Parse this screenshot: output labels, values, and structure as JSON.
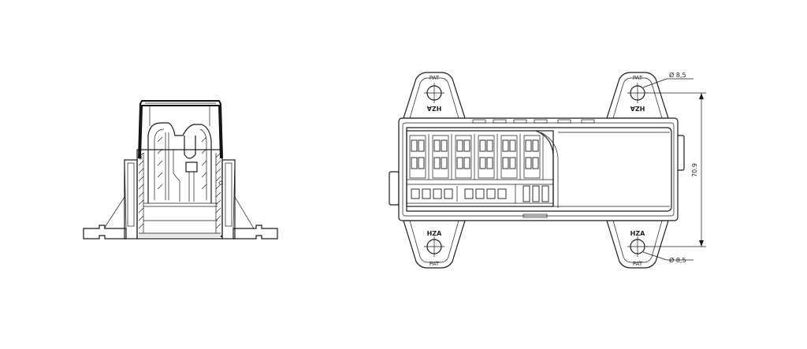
{
  "dimensions": {
    "hole_top": "Ø 8,5",
    "hole_bottom": "Ø 8,5",
    "height": "70.9"
  },
  "tab_labels": {
    "top_left_a": "PAT",
    "top_left_b": "HZA",
    "top_right_a": "PAT",
    "top_right_b": "HZA",
    "bottom_left_a": "HZA",
    "bottom_left_b": "PAT",
    "bottom_right_a": "HZA",
    "bottom_right_b": "PAT"
  },
  "colors": {
    "line": "#1a1a1a",
    "background": "#ffffff"
  }
}
